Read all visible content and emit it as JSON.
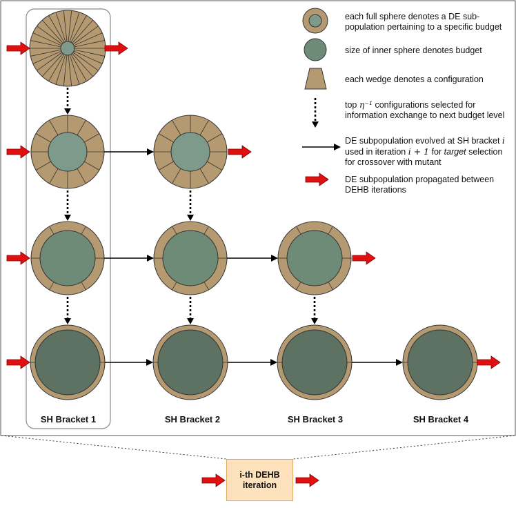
{
  "legend": [
    {
      "icon": "full-sphere-icon",
      "text": "each full sphere denotes a DE sub-population pertaining to a specific budget"
    },
    {
      "icon": "inner-sphere-icon",
      "text": "size of inner sphere denotes budget"
    },
    {
      "icon": "wedge-icon",
      "text": "each wedge denotes a configuration"
    },
    {
      "icon": "dotted-arrow-icon",
      "text_pre": "top ",
      "math": "η⁻¹",
      "text_post": " configurations selected for information exchange to next budget level"
    },
    {
      "icon": "black-arrow-icon",
      "text_a": "DE subpopulation evolved at SH bracket ",
      "math_i": "i",
      "text_b": " used in iteration ",
      "math_i1": "i + 1",
      "text_c": " for ",
      "emph": "target",
      "text_d": " selection for crossover with mutant"
    },
    {
      "icon": "red-arrow-icon",
      "text": "DE subpopulation propagated between DEHB iterations"
    }
  ],
  "brackets": [
    "SH Bracket 1",
    "SH Bracket 2",
    "SH Bracket 3",
    "SH Bracket 4"
  ],
  "iteration_label": "i-th DEHB iteration",
  "colors": {
    "outer": "#b59a71",
    "inner_small": "#7d9a8a",
    "inner_mid": "#6e8b77",
    "inner_large": "#5d7262",
    "red_arrow": "#e01010",
    "iteration_fill": "#fde2bd",
    "iteration_border": "#e0a75a"
  }
}
